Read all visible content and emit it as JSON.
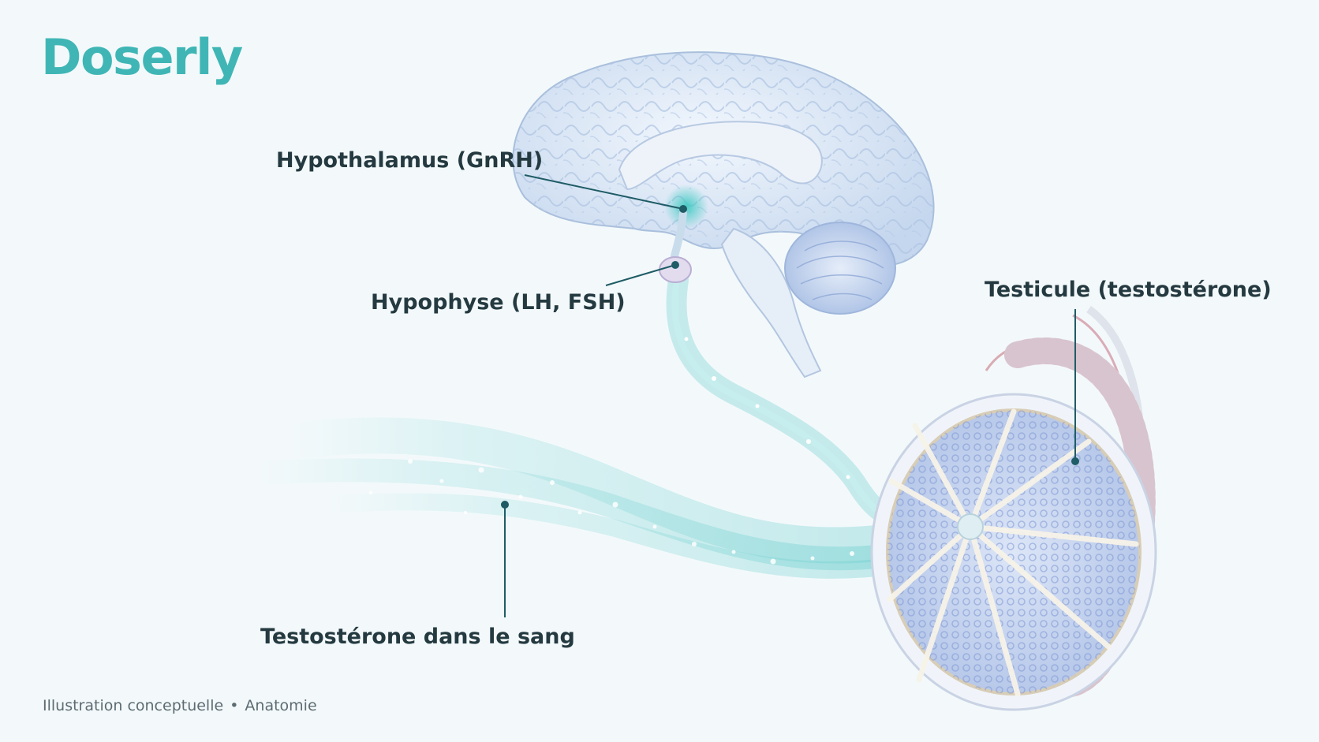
{
  "brand": {
    "name": "Doserly",
    "color": "#3fb6b5"
  },
  "labels": {
    "hypothalamus": "Hypothalamus (GnRH)",
    "hypophyse": "Hypophyse (LH, FSH)",
    "testicule": "Testicule (testostérone)",
    "blood": "Testostérone dans le sang"
  },
  "footer": {
    "left": "Illustration conceptuelle",
    "separator": "•",
    "right": "Anatomie"
  },
  "colors": {
    "background": "#f3f9fb",
    "label_text": "#243a40",
    "leader_line": "#1f5c66",
    "hormone_flow": "#5fc9c9",
    "brain": "#c9dbef",
    "testis_lobules": "#a9bde6"
  }
}
